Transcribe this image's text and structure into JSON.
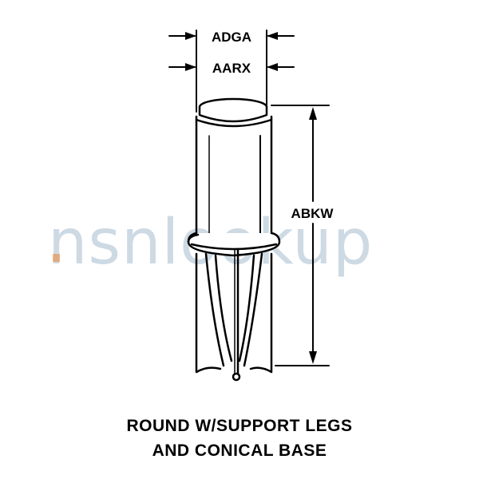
{
  "dimensions": {
    "outer_diameter": "ADGA",
    "inner_diameter": "AARX",
    "overall_height": "ABKW"
  },
  "watermark": {
    "text": "nsnlookup",
    "dot_color": "#f08a3c",
    "text_color": "#5b86a8"
  },
  "caption": {
    "line1": "ROUND W/SUPPORT LEGS",
    "line2": "AND CONICAL BASE"
  }
}
